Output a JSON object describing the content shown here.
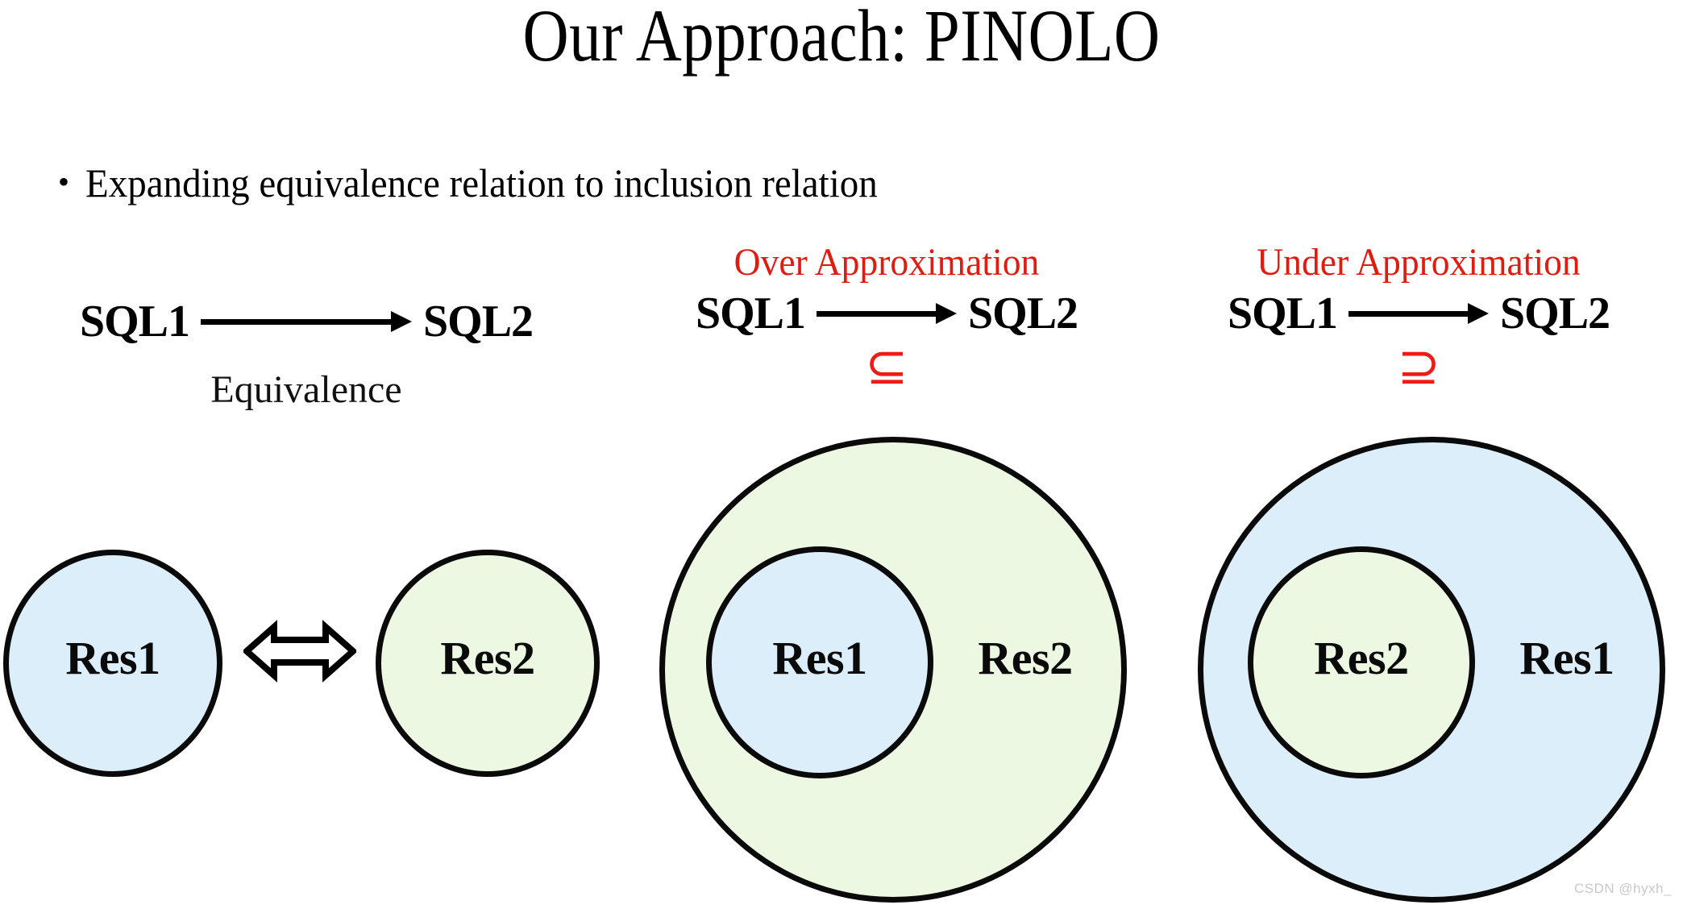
{
  "slide": {
    "title": "Our Approach: PINOLO",
    "bullet": {
      "marker": "•",
      "text": "Expanding equivalence relation to inclusion relation"
    },
    "watermark": "CSDN @hyxh_"
  },
  "colors": {
    "background": "#ffffff",
    "text": "#000000",
    "accent_red": "#e01b10",
    "symbol_red": "#ee1c15",
    "res1_blue": "#ddeefb",
    "res2_green": "#ecf8e1",
    "stroke": "#0a0a0a",
    "watermark_gray": "#c9c9c9"
  },
  "groups": [
    {
      "id": "equivalence",
      "caption": "",
      "source_label": "SQL1",
      "target_label": "SQL2",
      "relation_symbol": "",
      "subcaption": "Equivalence",
      "arrow_icon": "right-arrow-icon",
      "diagram": {
        "kind": "two-separate-circles",
        "left_circle": {
          "label": "Res1",
          "fill": "#ddeefb"
        },
        "connector": {
          "icon": "double-headed-arrow-icon"
        },
        "right_circle": {
          "label": "Res2",
          "fill": "#ecf8e1"
        }
      }
    },
    {
      "id": "over-approximation",
      "caption": "Over Approximation",
      "source_label": "SQL1",
      "target_label": "SQL2",
      "relation_symbol": "⊆",
      "subcaption": "",
      "arrow_icon": "right-arrow-icon",
      "diagram": {
        "kind": "nested-circles",
        "outer_circle": {
          "label": "Res2",
          "fill": "#ecf8e1"
        },
        "inner_circle": {
          "label": "Res1",
          "fill": "#ddeefb"
        }
      }
    },
    {
      "id": "under-approximation",
      "caption": "Under Approximation",
      "source_label": "SQL1",
      "target_label": "SQL2",
      "relation_symbol": "⊇",
      "subcaption": "",
      "arrow_icon": "right-arrow-icon",
      "diagram": {
        "kind": "nested-circles",
        "outer_circle": {
          "label": "Res1",
          "fill": "#ddeefb"
        },
        "inner_circle": {
          "label": "Res2",
          "fill": "#ecf8e1"
        }
      }
    }
  ]
}
